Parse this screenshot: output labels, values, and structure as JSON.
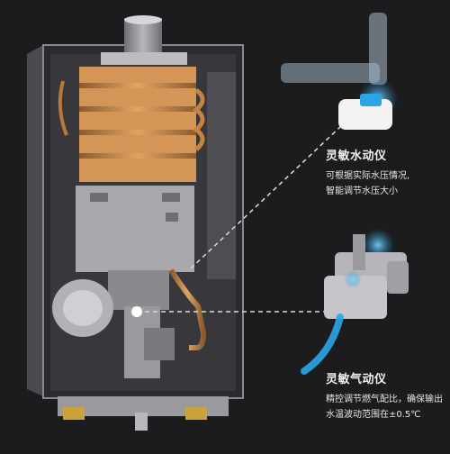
{
  "features": [
    {
      "title": "灵敏水动仪",
      "lines": [
        "可根据实际水压情况,",
        "智能调节水压大小"
      ]
    },
    {
      "title": "灵敏气动仪",
      "lines": [
        "精控调节燃气配比，确保输出",
        "水温波动范围在±0.5℃"
      ]
    }
  ],
  "colors": {
    "background": "#1c1c1e",
    "heat_exchanger": "#c98a4a",
    "water_flow_highlight": "#2aa6e8"
  }
}
